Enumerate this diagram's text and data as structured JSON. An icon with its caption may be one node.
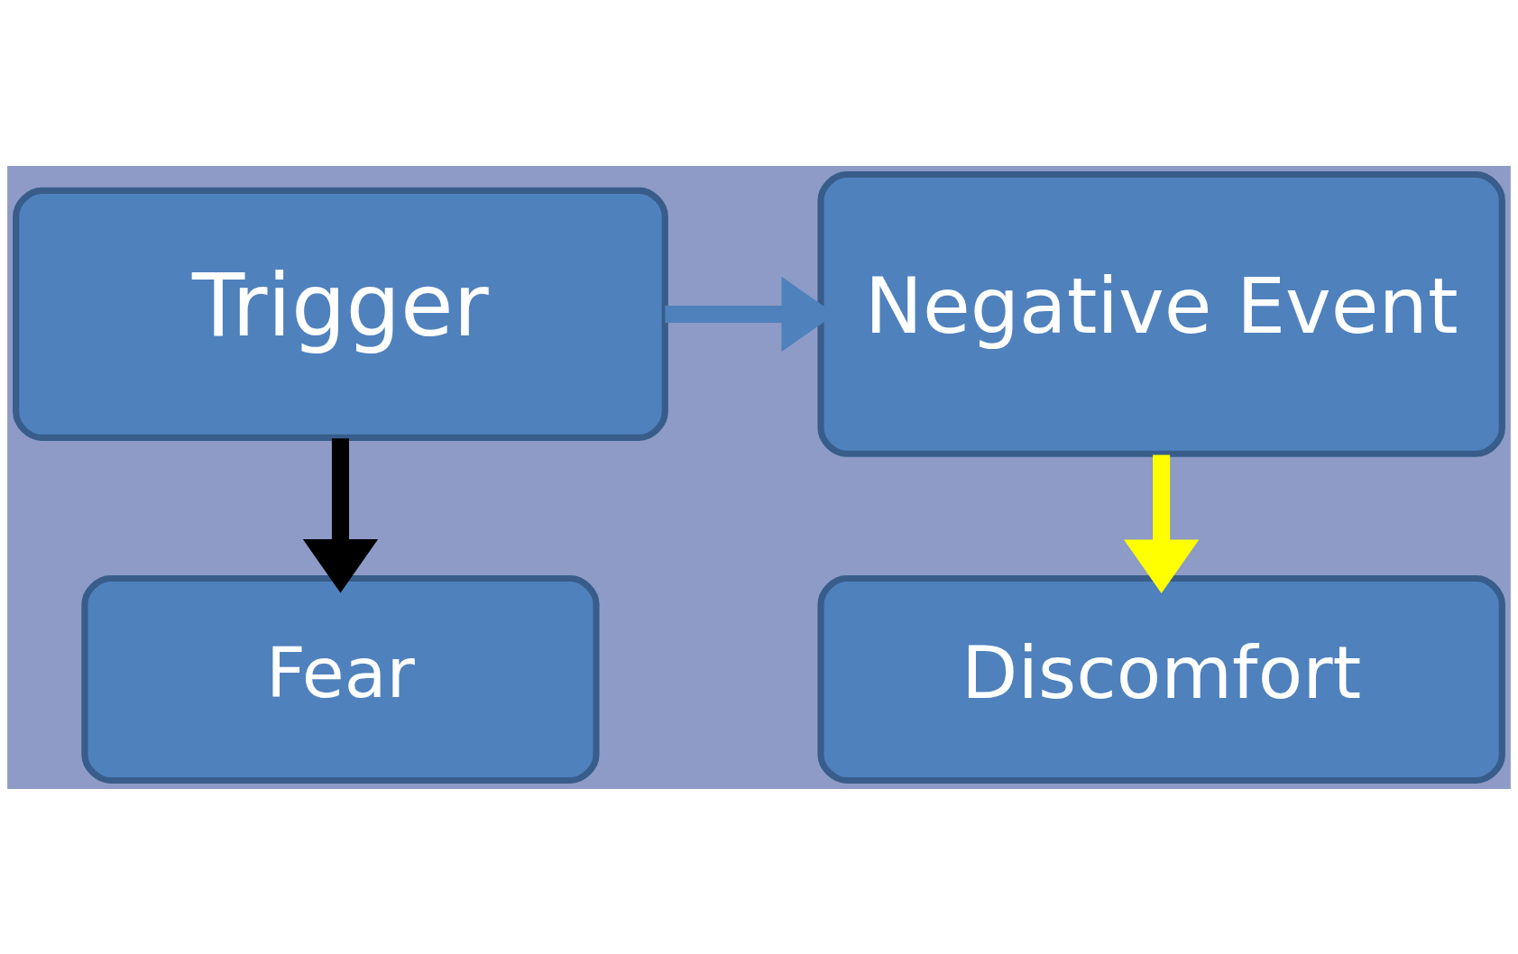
{
  "diagram": {
    "nodes": [
      {
        "text": [
          "Trigger"
        ]
      },
      {
        "text": [
          "Negative Event"
        ]
      },
      {
        "text": [
          "Fear"
        ]
      },
      {
        "text": [
          "Discomfort"
        ]
      }
    ],
    "edges": [
      {
        "from": 0,
        "to": 1,
        "arrow": "to",
        "color": "#4f81bd"
      },
      {
        "from": 0,
        "to": 2,
        "arrow": "to",
        "color": "#000000"
      },
      {
        "from": 1,
        "to": 3,
        "arrow": "to",
        "color": "#ffff00"
      }
    ]
  }
}
